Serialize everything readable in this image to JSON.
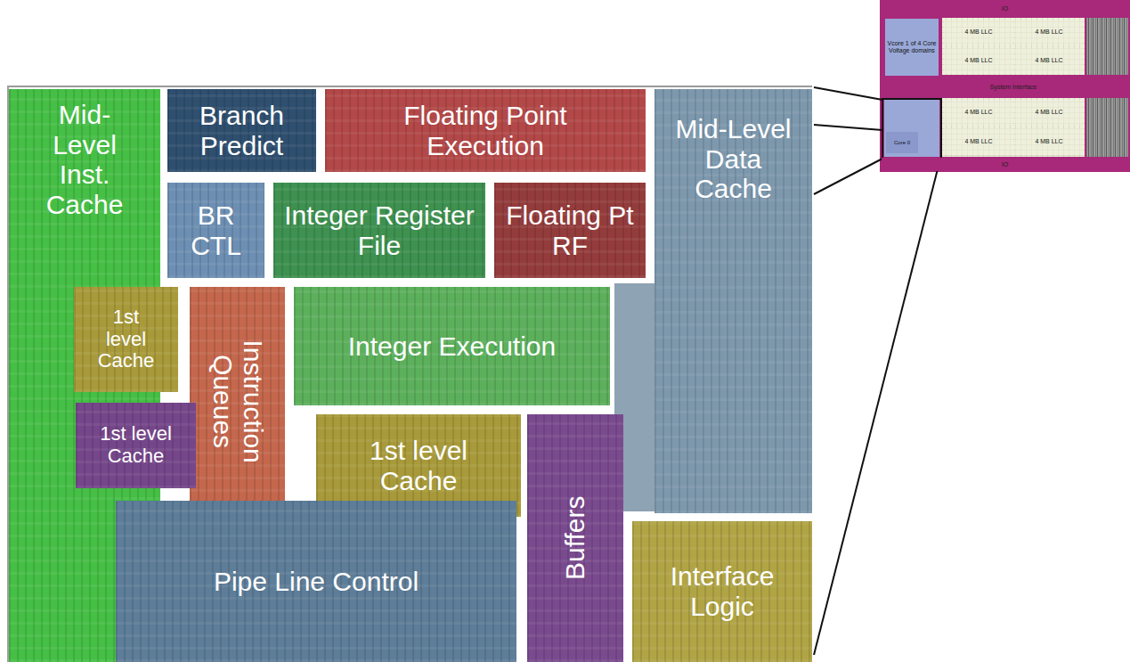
{
  "diagram": {
    "nodes": [
      {
        "text": [
          "Mid-Level Inst. Cache"
        ]
      },
      {
        "text": [
          "Branch Predict"
        ]
      },
      {
        "text": [
          "Floating Point Execution"
        ]
      },
      {
        "text": [
          "Mid-Level Data Cache"
        ]
      },
      {
        "text": [
          "BR CTL"
        ]
      },
      {
        "text": [
          "Integer Register File"
        ]
      },
      {
        "text": [
          "Floating Pt RF"
        ]
      },
      {
        "text": [
          "1st level Cache"
        ]
      },
      {
        "text": [
          "Instruction Queues"
        ]
      },
      {
        "text": [
          "Integer Execution"
        ]
      },
      {
        "text": [
          "1st level Cache"
        ]
      },
      {
        "text": [
          "1st level Cache"
        ]
      },
      {
        "text": [
          "Pipe Line Control"
        ]
      },
      {
        "text": [
          "Buffers"
        ]
      },
      {
        "text": [
          "Interface Logic"
        ]
      },
      {
        "text": [
          "IO"
        ]
      },
      {
        "text": [
          "Vcore 1 of 4 Core Voltage domains"
        ]
      },
      {
        "text": [
          "4 MB LLC"
        ]
      },
      {
        "text": [
          "4 MB LLC"
        ]
      },
      {
        "text": [
          "4 MB LLC"
        ]
      },
      {
        "text": [
          "4 MB LLC"
        ]
      },
      {
        "text": [
          "System Interface"
        ]
      },
      {
        "text": [
          "4 MB LLC"
        ]
      },
      {
        "text": [
          "4 MB LLC"
        ]
      },
      {
        "text": [
          "4 MB LLC"
        ]
      },
      {
        "text": [
          "4 MB LLC"
        ]
      },
      {
        "text": [
          "Core 0"
        ]
      },
      {
        "text": [
          "IO"
        ]
      }
    ]
  }
}
